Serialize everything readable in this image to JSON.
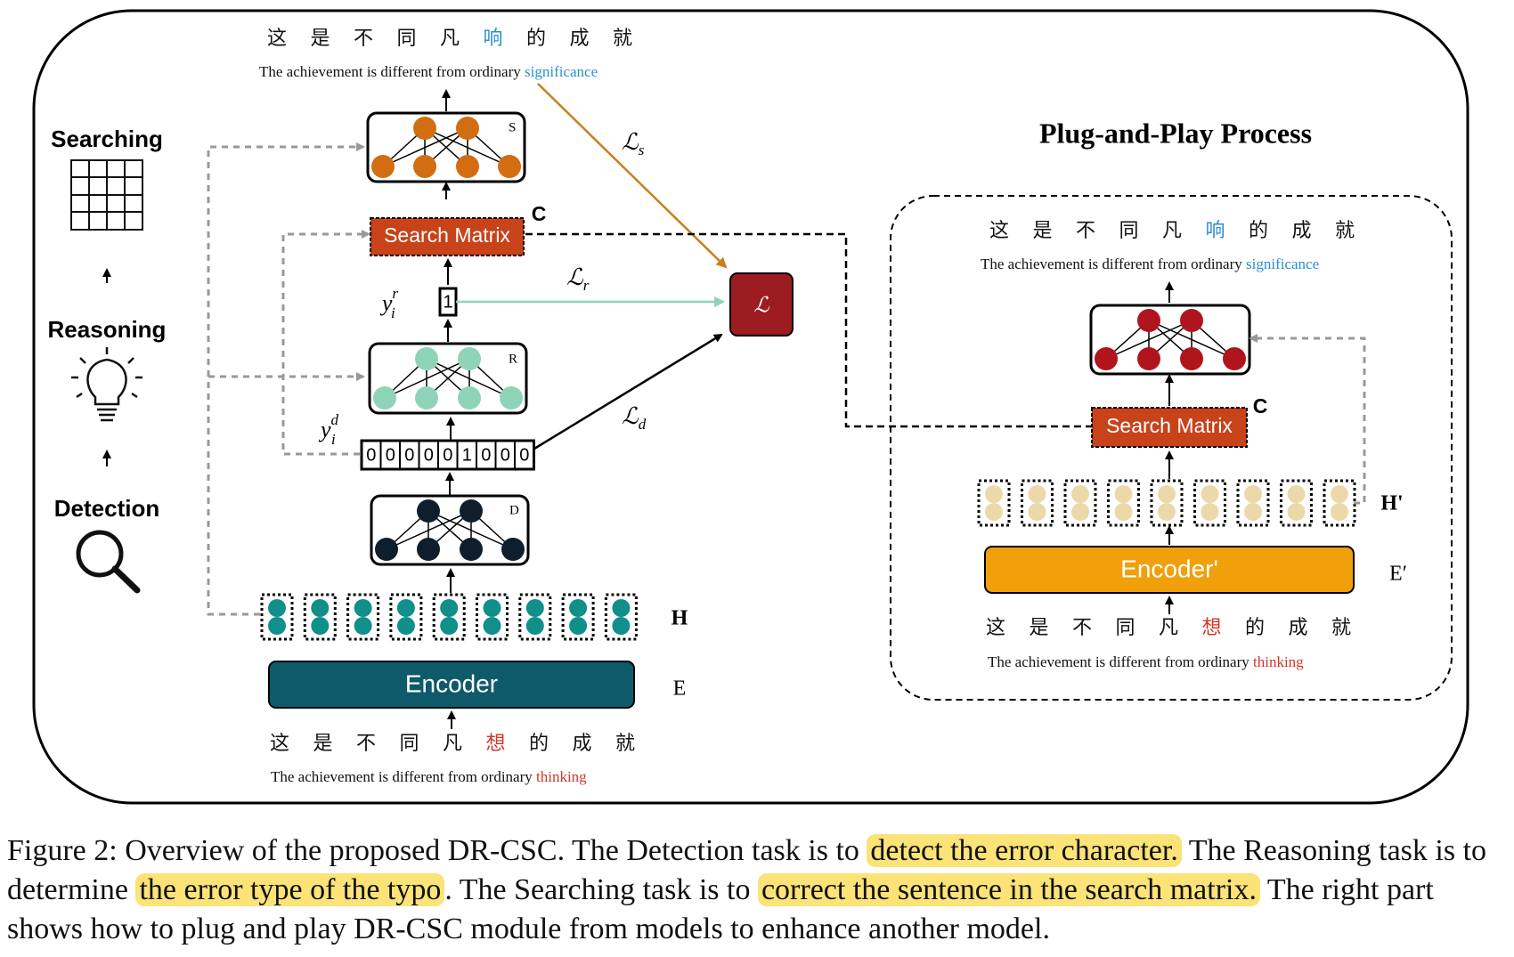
{
  "colors": {
    "detect_node": "#0f1e2c",
    "reason_node": "#8fd4b8",
    "search_node": "#d36d12",
    "plug_node": "#b0151d",
    "hidden_node": "#108f8b",
    "hidden_node_plug": "#ecd9a9",
    "encoder": "#0e5a6b",
    "encoder_plug": "#efa00b",
    "search_matrix": "#c8421a",
    "loss_box": "#9c1c22",
    "highlight": "#fbe377",
    "error_char": "#d2352a",
    "correct_char": "#2a8fd0",
    "reason_arrow": "#8fd4b8",
    "search_arrow": "#c97e1f"
  },
  "stages": {
    "searching": "Searching",
    "reasoning": "Reasoning",
    "detection": "Detection",
    "icons": [
      "grid-icon",
      "lightbulb-icon",
      "magnifier-icon"
    ]
  },
  "left": {
    "output_chars": [
      "这",
      "是",
      "不",
      "同",
      "凡",
      "响",
      "的",
      "成",
      "就"
    ],
    "output_sentence": "The achievement is different from ordinary",
    "output_word": "significance",
    "input_chars": [
      "这",
      "是",
      "不",
      "同",
      "凡",
      "想",
      "的",
      "成",
      "就"
    ],
    "input_sentence": "The achievement is different from ordinary",
    "input_word": "thinking",
    "encoder_label": "Encoder",
    "encoder_tag": "E",
    "hidden_tag": "H",
    "net_s_tag": "S",
    "net_r_tag": "R",
    "net_d_tag": "D",
    "search_matrix_label": "Search Matrix",
    "c_tag": "C",
    "detect_bits": [
      "0",
      "0",
      "0",
      "0",
      "0",
      "1",
      "0",
      "0",
      "0"
    ],
    "reason_bit": "1",
    "yd": "y",
    "yd_sup": "d",
    "yd_sub": "i",
    "yr": "y",
    "yr_sup": "r",
    "yr_sub": "i"
  },
  "losses": {
    "total": "ℒ",
    "s": "ℒ",
    "s_sub": "s",
    "r": "ℒ",
    "r_sub": "r",
    "d": "ℒ",
    "d_sub": "d"
  },
  "right": {
    "title": "Plug-and-Play Process",
    "output_chars": [
      "这",
      "是",
      "不",
      "同",
      "凡",
      "响",
      "的",
      "成",
      "就"
    ],
    "output_sentence": "The achievement is different from ordinary",
    "output_word": "significance",
    "input_chars": [
      "这",
      "是",
      "不",
      "同",
      "凡",
      "想",
      "的",
      "成",
      "就"
    ],
    "input_sentence": "The achievement is different from ordinary",
    "input_word": "thinking",
    "encoder_label": "Encoder'",
    "encoder_tag": "E′",
    "hidden_tag": "H'",
    "search_matrix_label": "Search Matrix",
    "c_tag": "C"
  },
  "caption": {
    "p1": "Figure 2: Overview of the proposed DR-CSC. The Detection task is to ",
    "h1": "detect the error character.",
    "p2": " The Reasoning task is to determine ",
    "h2": "the error type of the typo",
    "p3": ". The Searching task is to ",
    "h3": "correct the sentence in the search matrix.",
    "p4": " The right part shows how to plug and play DR-CSC module from models to enhance another model."
  }
}
